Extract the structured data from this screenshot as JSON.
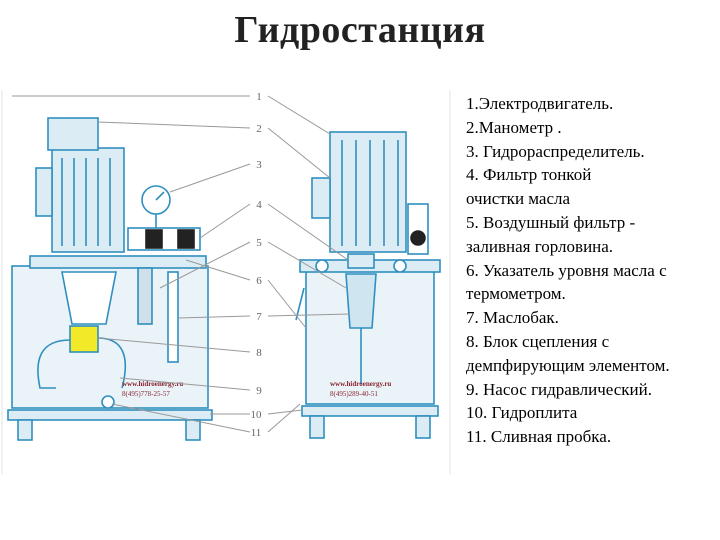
{
  "title": "Гидростанция",
  "callout_numbers": [
    "1",
    "2",
    "3",
    "4",
    "5",
    "6",
    "7",
    "8",
    "9",
    "10",
    "11"
  ],
  "left_unit_label": {
    "site": "www.hidroenergy.ru",
    "phone": "8(495)778-25-57"
  },
  "right_unit_label": {
    "site": "www.hidroenergy.ru",
    "phone": "8(495)289-40-51"
  },
  "legend": [
    "1.Электродвигатель.",
    "2.Манометр .",
    "3. Гидрораспределитель.",
    "4. Фильтр тонкой\nочистки масла",
    "5. Воздушный фильтр -\nзаливная горловина.",
    "6. Указатель уровня масла с\nтермометром.",
    "7. Маслобак.",
    "8. Блок сцепления с\nдемпфирующим элементом.",
    "9. Насос гидравлический.",
    "10. Гидроплита",
    "11. Сливная пробка."
  ],
  "colors": {
    "outline": "#2f8fc0",
    "fill": "#dcecf4",
    "highlight": "#f2ea28",
    "leader": "#999999",
    "site_text": "#8a2430"
  }
}
